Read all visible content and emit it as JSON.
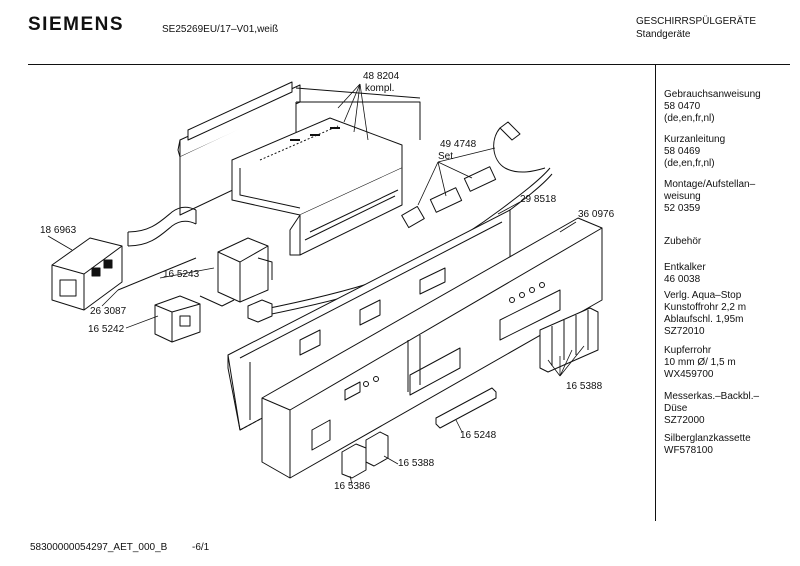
{
  "header": {
    "brand": "SIEMENS",
    "model": "SE25269EU/17–V01,weiß",
    "category_line1": "GESCHIRRSPÜLGERÄTE",
    "category_line2": "Standgeräte"
  },
  "sidebar": [
    {
      "lines": [
        "Gebrauchsanweisung",
        "58 0470",
        "(de,en,fr,nl)"
      ]
    },
    {
      "lines": [
        "Kurzanleitung",
        "58 0469",
        "(de,en,fr,nl)"
      ]
    },
    {
      "lines": [
        "Montage/Aufstellan–",
        "weisung",
        "52 0359"
      ]
    },
    {
      "lines": [
        "Zubehör"
      ]
    },
    {
      "lines": [
        "Entkalker",
        "46 0038"
      ]
    },
    {
      "lines": [
        "Verlg. Aqua–Stop",
        "Kunstoffrohr 2,2 m",
        "Ablaufschl. 1,95m",
        "SZ72010"
      ]
    },
    {
      "lines": [
        "Kupferrohr",
        "10 mm Ø/ 1,5 m",
        "WX459700"
      ]
    },
    {
      "lines": [
        "Messerkas.–Backbl.–",
        "Düse",
        "SZ72000"
      ]
    },
    {
      "lines": [
        "Silberglanzkassette",
        "WF578100"
      ]
    }
  ],
  "parts": {
    "p488204": "48 8204",
    "kompl": "kompl.",
    "p494748": "49 4748",
    "set": "Set",
    "p298518": "29 8518",
    "p360976": "36 0976",
    "p186963": "18 6963",
    "p165243": "16 5243",
    "p263087": "26 3087",
    "p165242": "16 5242",
    "p165388a": "16 5388",
    "p165248": "16 5248",
    "p165388b": "16 5388",
    "p165386": "16 5386"
  },
  "footer": {
    "doc_id": "58300000054297_AET_000_B",
    "page": "-6/1"
  }
}
